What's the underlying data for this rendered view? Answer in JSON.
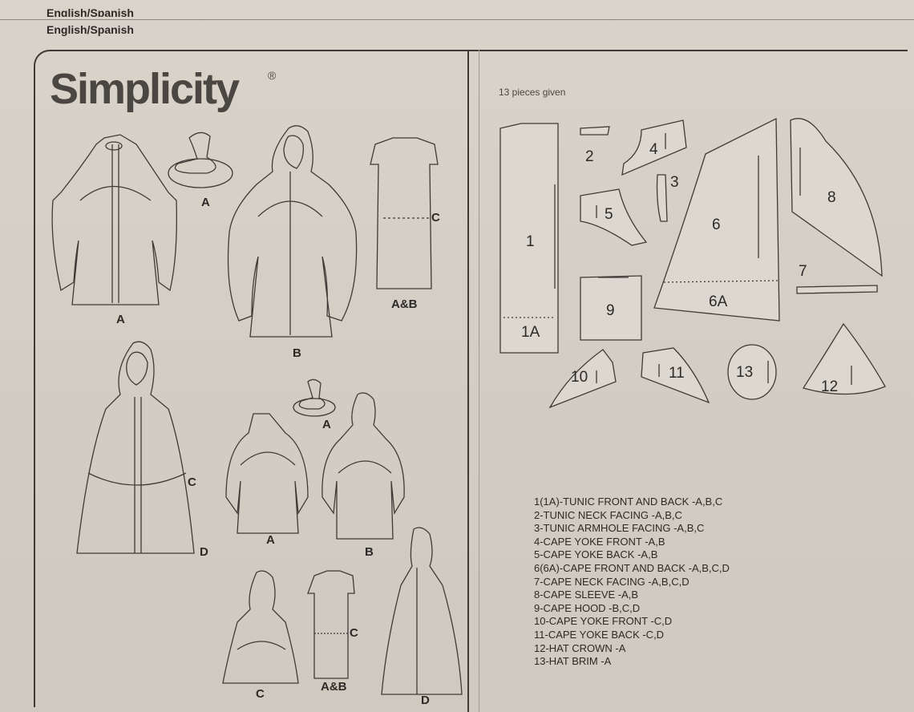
{
  "header": {
    "language_top": "English/Spanish",
    "language": "English/Spanish"
  },
  "brand": {
    "name": "Simplicity",
    "mark": "®"
  },
  "views": {
    "a": "A",
    "b": "B",
    "ab": "A&B",
    "c": "C",
    "d": "D"
  },
  "pieces_note": "13 pieces given",
  "pieces": {
    "p1": "1",
    "p1a": "1A",
    "p2": "2",
    "p3": "3",
    "p4": "4",
    "p5": "5",
    "p6": "6",
    "p6a": "6A",
    "p7": "7",
    "p8": "8",
    "p9": "9",
    "p10": "10",
    "p11": "11",
    "p12": "12",
    "p13": "13"
  },
  "legend": [
    "1(1A)-TUNIC FRONT AND BACK -A,B,C",
    "2-TUNIC NECK FACING -A,B,C",
    "3-TUNIC ARMHOLE FACING -A,B,C",
    "4-CAPE YOKE FRONT -A,B",
    "5-CAPE YOKE BACK -A,B",
    "6(6A)-CAPE FRONT AND BACK -A,B,C,D",
    "7-CAPE NECK FACING -A,B,C,D",
    "8-CAPE SLEEVE -A,B",
    "9-CAPE HOOD -B,C,D",
    "10-CAPE YOKE FRONT -C,D",
    "11-CAPE YOKE BACK -C,D",
    "12-HAT CROWN -A",
    "13-HAT BRIM -A"
  ]
}
